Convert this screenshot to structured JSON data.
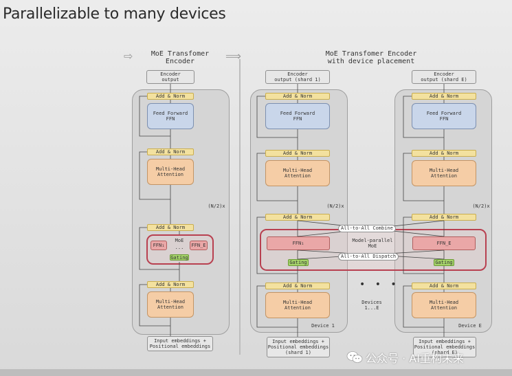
{
  "slide": {
    "title": "Parallelizable to many devices"
  },
  "left": {
    "title_line1": "MoE Transfomer",
    "title_line2": "Encoder",
    "encoder_output_line1": "Encoder",
    "encoder_output_line2": "output",
    "add_norm": "Add & Norm",
    "ffn_line1": "Feed Forward",
    "ffn_line2": "FFN",
    "mha_line1": "Multi-Head",
    "mha_line2": "Attention",
    "repeat": "(N/2)x",
    "moe_label": "MoE",
    "ffn1": "FFN₁",
    "ffn_dots": "...",
    "ffnE": "FFN_E",
    "gating": "Gating",
    "input_line1": "Input embeddings +",
    "input_line2": "Positional embeddings"
  },
  "right": {
    "title_line1": "MoE Transfomer Encoder",
    "title_line2": "with device placement",
    "shard1_output_line1": "Encoder",
    "shard1_output_line2": "output (shard 1)",
    "shardE_output_line1": "Encoder",
    "shardE_output_line2": "output (shard E)",
    "add_norm": "Add & Norm",
    "ffn_line1": "Feed Forward",
    "ffn_line2": "FFN",
    "mha_line1": "Multi-Head",
    "mha_line2": "Attention",
    "repeat1": "(N/2)x",
    "repeat2": "(N/2)x",
    "all_to_all_combine": "All-to-All Combine",
    "all_to_all_dispatch": "All-to-All Dispatch",
    "model_parallel_line1": "Model-parallel",
    "model_parallel_line2": "MoE",
    "ffn1": "FFN₁",
    "ffnE": "FFN_E",
    "gating": "Gating",
    "device1": "Device 1",
    "deviceE": "Device E",
    "devices_line1": "Devices",
    "devices_line2": "1...E",
    "dots": "• • •",
    "input1_line1": "Input embeddings +",
    "input1_line2": "Positional embeddings",
    "input1_line3": "(shard 1)",
    "inputE_line1": "Input embeddings +",
    "inputE_line2": "Positional embeddings",
    "inputE_line3": "(shard E)"
  },
  "watermark": {
    "text": "公众号 · AI重构未来"
  },
  "colors": {
    "add_norm": "#f3e19f",
    "ffn": "#c9d6ea",
    "mha": "#f5cda6",
    "moe_border": "#b84050",
    "expert": "#eaa7a7",
    "gating": "#a6d46b"
  }
}
